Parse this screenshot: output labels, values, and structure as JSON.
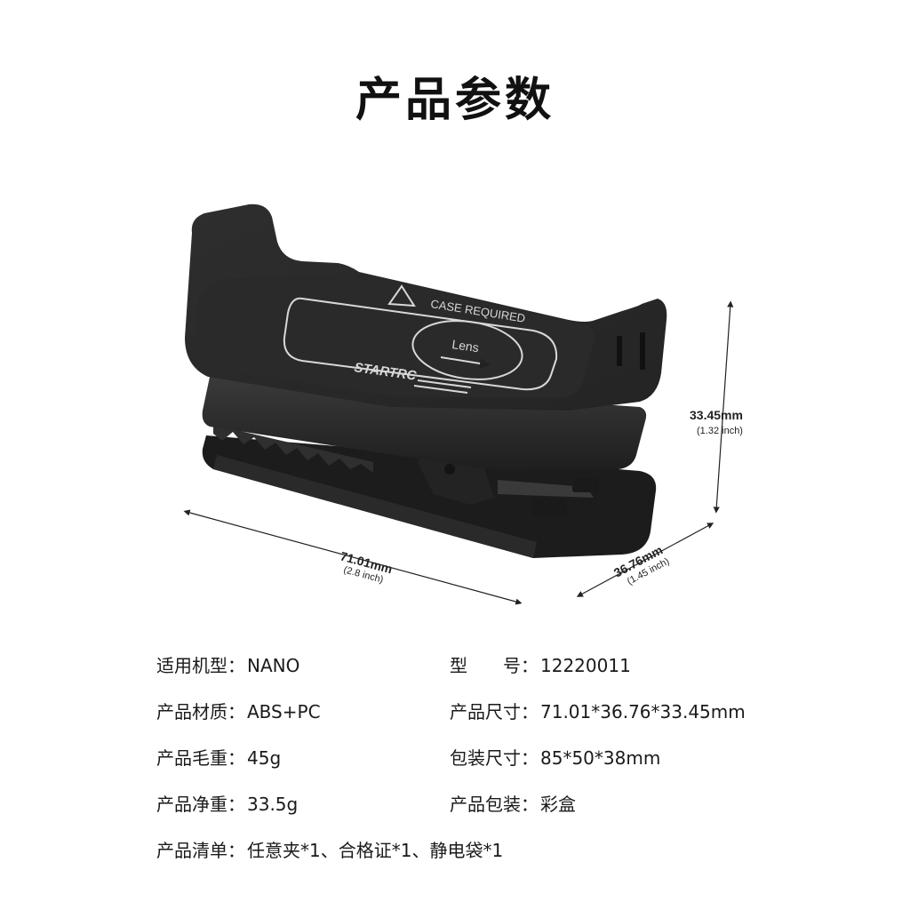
{
  "page": {
    "title": "产品参数"
  },
  "product_image": {
    "print_label": "CASE REQUIRED",
    "lens_label": "Lens",
    "brand": "STARTRC",
    "dimensions": {
      "length": {
        "mm": "71.01mm",
        "inch": "(2.8 inch)"
      },
      "width": {
        "mm": "36.76mm",
        "inch": "(1.45 inch)"
      },
      "height": {
        "mm": "33.45mm",
        "inch": "(1.32 inch)"
      }
    },
    "colors": {
      "body": "#2a2a2a",
      "body_dark": "#1a1a1a",
      "print": "#d8d8d8"
    }
  },
  "specs": {
    "model_compat": {
      "label": "适用机型：",
      "value": "NANO"
    },
    "model_no": {
      "label": "型　　号：",
      "value": "12220011"
    },
    "material": {
      "label": "产品材质：",
      "value": "ABS+PC"
    },
    "size": {
      "label": "产品尺寸：",
      "value": "71.01*36.76*33.45mm"
    },
    "gross_weight": {
      "label": "产品毛重：",
      "value": "45g"
    },
    "package_size": {
      "label": "包装尺寸：",
      "value": "85*50*38mm"
    },
    "net_weight": {
      "label": "产品净重：",
      "value": "33.5g"
    },
    "packaging": {
      "label": "产品包装：",
      "value": "彩盒"
    },
    "contents": {
      "label": "产品清单：",
      "value": "任意夹*1、合格证*1、静电袋*1"
    }
  }
}
